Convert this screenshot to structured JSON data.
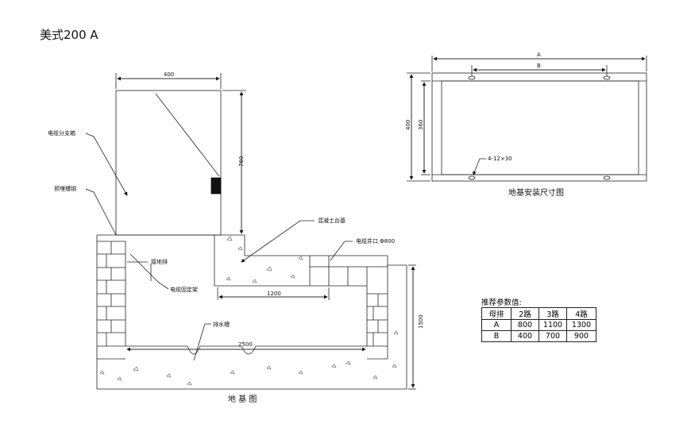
{
  "title": "美式200 A",
  "foundation": {
    "caption": "地 基 图",
    "dim_400": "400",
    "dim_760": "760",
    "dim_1200": "1200",
    "dim_2500": "2500",
    "dim_1500": "1500",
    "label_cable_box": "电缆分支箱",
    "label_channel_steel": "预埋槽钢",
    "label_concrete_base": "混凝土台基",
    "label_cable_well": "电缆井口 Φ800",
    "label_ground_bar": "接地排",
    "label_cable_bracket": "电缆固定架",
    "label_drain": "排水槽"
  },
  "install": {
    "caption": "地基安装尺寸图",
    "dim_A": "A",
    "dim_B": "B",
    "dim_400": "400",
    "dim_360": "360",
    "label_holes": "4-12×30"
  },
  "params": {
    "title": "推荐参数值:",
    "header": [
      "母排",
      "2路",
      "3路",
      "4路"
    ],
    "rows": [
      [
        "A",
        "800",
        "1100",
        "1300"
      ],
      [
        "B",
        "400",
        "700",
        "900"
      ]
    ]
  }
}
